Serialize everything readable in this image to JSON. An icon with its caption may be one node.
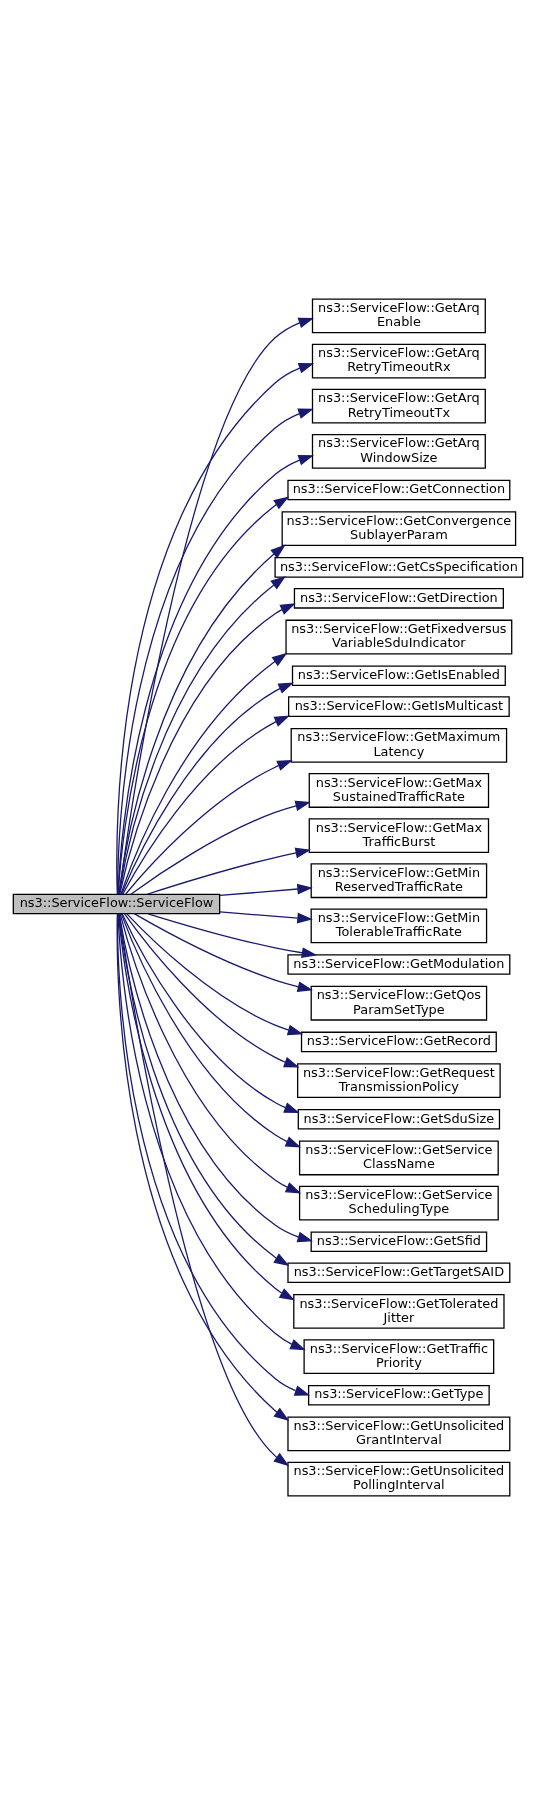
{
  "diagram": {
    "nodes": [
      {
        "text": [
          "ns3::ServiceFlow::ServiceFlow"
        ]
      },
      {
        "text": [
          "ns3::ServiceFlow::GetArq Enable"
        ]
      },
      {
        "text": [
          "ns3::ServiceFlow::GetArq RetryTimeoutRx"
        ]
      },
      {
        "text": [
          "ns3::ServiceFlow::GetArq RetryTimeoutTx"
        ]
      },
      {
        "text": [
          "ns3::ServiceFlow::GetArq WindowSize"
        ]
      },
      {
        "text": [
          "ns3::ServiceFlow::GetConnection"
        ]
      },
      {
        "text": [
          "ns3::ServiceFlow::GetConvergence SublayerParam"
        ]
      },
      {
        "text": [
          "ns3::ServiceFlow::GetCsSpecification"
        ]
      },
      {
        "text": [
          "ns3::ServiceFlow::GetDirection"
        ]
      },
      {
        "text": [
          "ns3::ServiceFlow::GetFixedversus VariableSduIndicator"
        ]
      },
      {
        "text": [
          "ns3::ServiceFlow::GetIsEnabled"
        ]
      },
      {
        "text": [
          "ns3::ServiceFlow::GetIsMulticast"
        ]
      },
      {
        "text": [
          "ns3::ServiceFlow::GetMaximum Latency"
        ]
      },
      {
        "text": [
          "ns3::ServiceFlow::GetMax SustainedTrafficRate"
        ]
      },
      {
        "text": [
          "ns3::ServiceFlow::GetMax TrafficBurst"
        ]
      },
      {
        "text": [
          "ns3::ServiceFlow::GetMin ReservedTrafficRate"
        ]
      },
      {
        "text": [
          "ns3::ServiceFlow::GetMin TolerableTrafficRate"
        ]
      },
      {
        "text": [
          "ns3::ServiceFlow::GetModulation"
        ]
      },
      {
        "text": [
          "ns3::ServiceFlow::GetQos ParamSetType"
        ]
      },
      {
        "text": [
          "ns3::ServiceFlow::GetRecord"
        ]
      },
      {
        "text": [
          "ns3::ServiceFlow::GetRequest TransmissionPolicy"
        ]
      },
      {
        "text": [
          "ns3::ServiceFlow::GetSduSize"
        ]
      },
      {
        "text": [
          "ns3::ServiceFlow::GetService ClassName"
        ]
      },
      {
        "text": [
          "ns3::ServiceFlow::GetService SchedulingType"
        ]
      },
      {
        "text": [
          "ns3::ServiceFlow::GetSfid"
        ]
      },
      {
        "text": [
          "ns3::ServiceFlow::GetTargetSAID"
        ]
      },
      {
        "text": [
          "ns3::ServiceFlow::GetTolerated Jitter"
        ]
      },
      {
        "text": [
          "ns3::ServiceFlow::GetTraffic Priority"
        ]
      },
      {
        "text": [
          "ns3::ServiceFlow::GetType"
        ]
      },
      {
        "text": [
          "ns3::ServiceFlow::GetUnsolicited GrantInterval"
        ]
      },
      {
        "text": [
          "ns3::ServiceFlow::GetUnsolicited PollingInterval"
        ]
      }
    ],
    "edges": [
      {
        "from": 0,
        "to": 1,
        "arrow": "to"
      },
      {
        "from": 0,
        "to": 2,
        "arrow": "to"
      },
      {
        "from": 0,
        "to": 3,
        "arrow": "to"
      },
      {
        "from": 0,
        "to": 4,
        "arrow": "to"
      },
      {
        "from": 0,
        "to": 5,
        "arrow": "to"
      },
      {
        "from": 0,
        "to": 6,
        "arrow": "to"
      },
      {
        "from": 0,
        "to": 7,
        "arrow": "to"
      },
      {
        "from": 0,
        "to": 8,
        "arrow": "to"
      },
      {
        "from": 0,
        "to": 9,
        "arrow": "to"
      },
      {
        "from": 0,
        "to": 10,
        "arrow": "to"
      },
      {
        "from": 0,
        "to": 11,
        "arrow": "to"
      },
      {
        "from": 0,
        "to": 12,
        "arrow": "to"
      },
      {
        "from": 0,
        "to": 13,
        "arrow": "to"
      },
      {
        "from": 0,
        "to": 14,
        "arrow": "to"
      },
      {
        "from": 0,
        "to": 15,
        "arrow": "to"
      },
      {
        "from": 0,
        "to": 16,
        "arrow": "to"
      },
      {
        "from": 0,
        "to": 17,
        "arrow": "to"
      },
      {
        "from": 0,
        "to": 18,
        "arrow": "to"
      },
      {
        "from": 0,
        "to": 19,
        "arrow": "to"
      },
      {
        "from": 0,
        "to": 20,
        "arrow": "to"
      },
      {
        "from": 0,
        "to": 21,
        "arrow": "to"
      },
      {
        "from": 0,
        "to": 22,
        "arrow": "to"
      },
      {
        "from": 0,
        "to": 23,
        "arrow": "to"
      },
      {
        "from": 0,
        "to": 24,
        "arrow": "to"
      },
      {
        "from": 0,
        "to": 25,
        "arrow": "to"
      },
      {
        "from": 0,
        "to": 26,
        "arrow": "to"
      },
      {
        "from": 0,
        "to": 27,
        "arrow": "to"
      },
      {
        "from": 0,
        "to": 28,
        "arrow": "to"
      },
      {
        "from": 0,
        "to": 29,
        "arrow": "to"
      },
      {
        "from": 0,
        "to": 30,
        "arrow": "to"
      }
    ]
  }
}
